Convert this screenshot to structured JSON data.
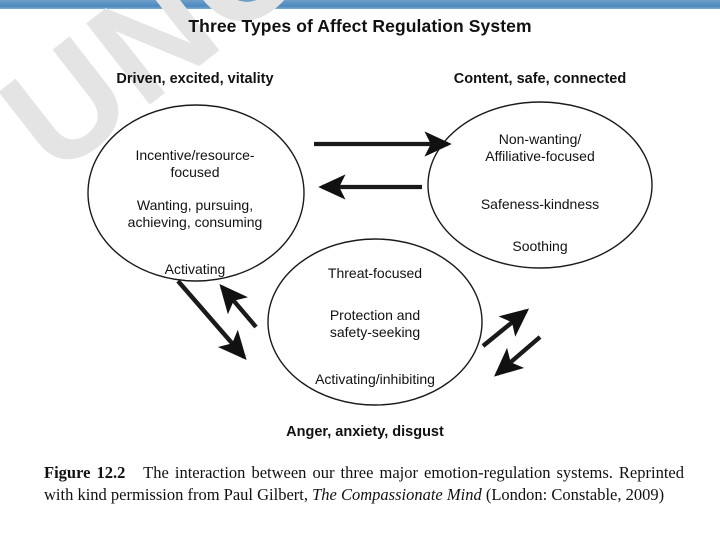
{
  "document": {
    "top_bar_color": "#5b93c4",
    "watermark_text": "UNCORRECTED",
    "watermark_color": "#e4e4e4"
  },
  "figure": {
    "title": "Three Types of Affect Regulation System",
    "systems": [
      {
        "id": "drive",
        "header": "Driven, excited, vitality",
        "lines": [
          "Incentive/resource-\nfocused",
          "Wanting, pursuing,\nachieving, consuming",
          "Activating"
        ]
      },
      {
        "id": "soothing",
        "header": "Content, safe, connected",
        "lines": [
          "Non-wanting/\nAffiliative-focused",
          "Safeness-kindness",
          "Soothing"
        ]
      },
      {
        "id": "threat",
        "header": "Anger, anxiety, disgust",
        "lines": [
          "Threat-focused",
          "Protection and\nsafety-seeking",
          "Activating/inhibiting"
        ]
      }
    ],
    "connections": [
      {
        "from": "drive",
        "to": "soothing",
        "direction": "right"
      },
      {
        "from": "soothing",
        "to": "drive",
        "direction": "left"
      },
      {
        "from": "threat",
        "to": "drive",
        "direction": "up-left"
      },
      {
        "from": "drive",
        "to": "threat",
        "direction": "down-right"
      },
      {
        "from": "threat",
        "to": "soothing",
        "direction": "up-right"
      },
      {
        "from": "soothing",
        "to": "threat",
        "direction": "down-left"
      }
    ]
  },
  "caption": {
    "figure_number": "Figure 12.2",
    "body_part1": "The interaction between our three major emotion-regulation systems. Reprinted with kind permission from Paul Gilbert, ",
    "italic_title": "The Compassionate Mind",
    "body_part2": " (London: Constable, 2009)"
  }
}
